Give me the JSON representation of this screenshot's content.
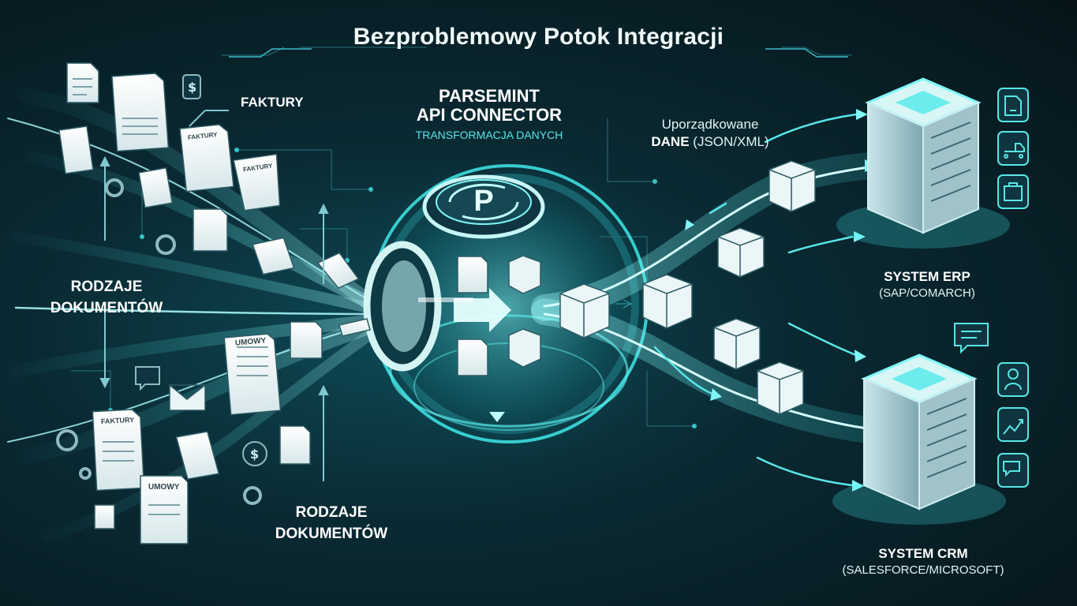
{
  "title": "Bezproblemowy Potok Integracji",
  "left": {
    "faktury_label": "FAKTURY",
    "rodzaje_left_line1": "RODZAJE",
    "rodzaje_left_line2": "DOKUMENTÓW",
    "rodzaje_bottom_line1": "RODZAJE",
    "rodzaje_bottom_line2": "DOKUMENTÓW",
    "doc_faktury_upper": "FAKTURY",
    "doc_faktury_mid": "FAKTURY",
    "doc_faktury_lower": "FAKTURY",
    "doc_umowy_upper": "UMOWY",
    "doc_umowy_lower": "UMOWY"
  },
  "connector": {
    "name_line1": "PARSEMINT",
    "name_line2": "API CONNECTOR",
    "subtitle": "TRANSFORMACJA DANYCH",
    "logo_letter": "P"
  },
  "output": {
    "line1": "Uporządkowane",
    "line2_bold": "DANE",
    "line2_rest": "(JSON/XML)"
  },
  "erp": {
    "name": "SYSTEM ERP",
    "detail": "(SAP/COMARCH)"
  },
  "crm": {
    "name": "SYSTEM CRM",
    "detail": "(SALESFORCE/MICROSOFT)"
  },
  "colors": {
    "accent": "#3fe8e8",
    "glow": "#7ff7f7",
    "background": "#071a21",
    "panel": "#0f3640"
  }
}
